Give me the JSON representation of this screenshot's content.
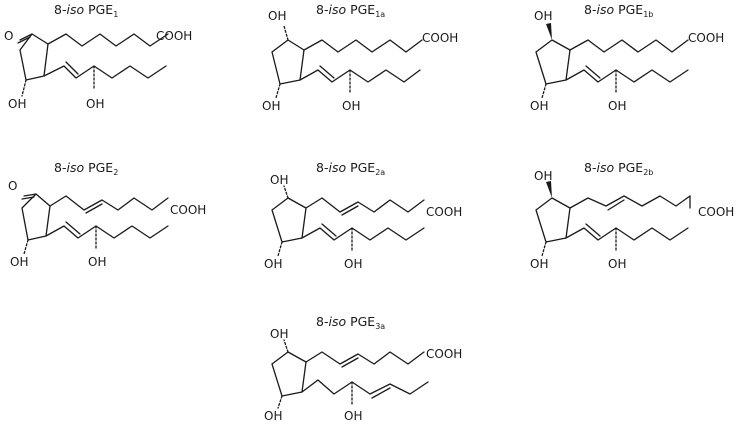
{
  "labels": {
    "oh": "OH",
    "cooh": "COOH",
    "keto_o": "O"
  },
  "compounds": [
    {
      "prefix": "8-",
      "iso": "iso",
      "name": " PGE",
      "sub": "1"
    },
    {
      "prefix": "8-",
      "iso": "iso",
      "name": " PGE",
      "sub": "1a"
    },
    {
      "prefix": "8-",
      "iso": "iso",
      "name": " PGE",
      "sub": "1b"
    },
    {
      "prefix": "8-",
      "iso": "iso",
      "name": " PGE",
      "sub": "2"
    },
    {
      "prefix": "8-",
      "iso": "iso",
      "name": " PGE",
      "sub": "2a"
    },
    {
      "prefix": "8-",
      "iso": "iso",
      "name": " PGE",
      "sub": "2b"
    },
    {
      "prefix": "8-",
      "iso": "iso",
      "name": " PGE",
      "sub": "3a"
    }
  ]
}
